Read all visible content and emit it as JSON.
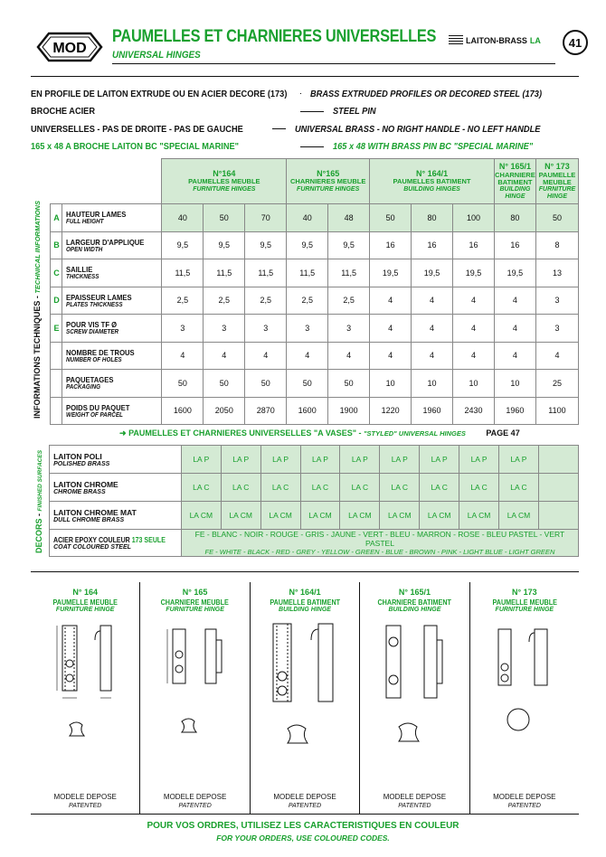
{
  "header": {
    "logo_text": "MOD",
    "title": "PAUMELLES ET CHARNIERES UNIVERSELLES",
    "subtitle": "UNIVERSAL HINGES",
    "badge_text": "LAITON-BRASS",
    "badge_code": "LA",
    "page_number": "41"
  },
  "intro": [
    {
      "fr": "EN PROFILE DE LAITON EXTRUDE OU EN ACIER DECORE (173)",
      "en": "BRASS EXTRUDED PROFILES OR DECORED STEEL (173)"
    },
    {
      "fr": "BROCHE ACIER",
      "en": "STEEL PIN"
    },
    {
      "fr": "UNIVERSELLES - PAS DE DROITE - PAS DE GAUCHE",
      "en": "UNIVERSAL BRASS - NO RIGHT HANDLE - NO LEFT HANDLE"
    },
    {
      "fr": "165 x 48 A BROCHE LAITON BC \"SPECIAL MARINE\"",
      "en": "165 x 48 WITH BRASS PIN BC \"SPECIAL MARINE\""
    }
  ],
  "products": [
    {
      "no": "N°164",
      "fr": "PAUMELLES MEUBLE",
      "en": "FURNITURE HINGES",
      "span": 3
    },
    {
      "no": "N°165",
      "fr": "CHARNIERES MEUBLE",
      "en": "FURNITURE HINGES",
      "span": 2
    },
    {
      "no": "N° 164/1",
      "fr": "PAUMELLES BATIMENT",
      "en": "BUILDING HINGES",
      "span": 3
    },
    {
      "no": "N° 165/1",
      "fr": "CHARNIERE BATIMENT",
      "en": "BUILDING HINGE",
      "span": 1
    },
    {
      "no": "N° 173",
      "fr": "PAUMELLE MEUBLE",
      "en": "FURNITURE HINGE",
      "span": 1
    }
  ],
  "side_labels": {
    "fr": "INFORMATIONS TECHNIQUES",
    "en": "TECHNICAL INFORMATIONS",
    "decors_fr": "DECORS",
    "decors_en": "FINISHED SURFACES"
  },
  "spec_rows": [
    {
      "letter": "A",
      "fr": "HAUTEUR LAMES",
      "en": "FULL HEIGHT",
      "values": [
        "40",
        "50",
        "70",
        "40",
        "48",
        "50",
        "80",
        "100",
        "80",
        "50"
      ]
    },
    {
      "letter": "B",
      "fr": "LARGEUR D'APPLIQUE",
      "en": "OPEN WIDTH",
      "values": [
        "9,5",
        "9,5",
        "9,5",
        "9,5",
        "9,5",
        "16",
        "16",
        "16",
        "16",
        "8"
      ]
    },
    {
      "letter": "C",
      "fr": "SAILLIE",
      "en": "THICKNESS",
      "values": [
        "11,5",
        "11,5",
        "11,5",
        "11,5",
        "11,5",
        "19,5",
        "19,5",
        "19,5",
        "19,5",
        "13"
      ]
    },
    {
      "letter": "D",
      "fr": "EPAISSEUR LAMES",
      "en": "PLATES THICKNESS",
      "values": [
        "2,5",
        "2,5",
        "2,5",
        "2,5",
        "2,5",
        "4",
        "4",
        "4",
        "4",
        "3"
      ]
    },
    {
      "letter": "E",
      "fr": "POUR VIS TF Ø",
      "en": "SCREW DIAMETER",
      "values": [
        "3",
        "3",
        "3",
        "3",
        "3",
        "4",
        "4",
        "4",
        "4",
        "3"
      ]
    },
    {
      "letter": "",
      "fr": "NOMBRE DE TROUS",
      "en": "NUMBER OF HOLES",
      "values": [
        "4",
        "4",
        "4",
        "4",
        "4",
        "4",
        "4",
        "4",
        "4",
        "4"
      ]
    },
    {
      "letter": "",
      "fr": "PAQUETAGES",
      "en": "PACKAGING",
      "values": [
        "50",
        "50",
        "50",
        "50",
        "50",
        "10",
        "10",
        "10",
        "10",
        "25"
      ]
    },
    {
      "letter": "",
      "fr": "POIDS DU PAQUET",
      "en": "WEIGHT OF PARCEL",
      "values": [
        "1600",
        "2050",
        "2870",
        "1600",
        "1900",
        "1220",
        "1960",
        "2430",
        "1960",
        "1100"
      ]
    }
  ],
  "styled": {
    "arrow": "➜",
    "fr": "PAUMELLES ET CHARNIERES UNIVERSELLES \"A VASES\"",
    "sep": "-",
    "en": "\"STYLED\" UNIVERSAL HINGES",
    "page": "PAGE 47"
  },
  "decor_rows": [
    {
      "fr": "LAITON POLI",
      "en": "POLISHED BRASS",
      "values": [
        "LA P",
        "LA P",
        "LA P",
        "LA P",
        "LA P",
        "LA P",
        "LA P",
        "LA P",
        "LA P",
        ""
      ]
    },
    {
      "fr": "LAITON CHROME",
      "en": "CHROME BRASS",
      "values": [
        "LA C",
        "LA C",
        "LA C",
        "LA C",
        "LA C",
        "LA C",
        "LA C",
        "LA C",
        "LA C",
        ""
      ]
    },
    {
      "fr": "LAITON CHROME MAT",
      "en": "DULL CHROME BRASS",
      "values": [
        "LA CM",
        "LA CM",
        "LA CM",
        "LA CM",
        "LA CM",
        "LA CM",
        "LA CM",
        "LA CM",
        "LA CM",
        ""
      ]
    }
  ],
  "epoxy": {
    "fr": "ACIER EPOXY COULEUR",
    "fr_suffix": "173 SEULE",
    "en": "COAT COLOURED STEEL",
    "colors_fr": "FE - BLANC - NOIR - ROUGE - GRIS - JAUNE - VERT - BLEU - MARRON - ROSE - BLEU PASTEL - VERT PASTEL",
    "colors_en": "FE - WHITE - BLACK - RED - GREY - YELLOW - GREEN - BLUE - BROWN - PINK - LIGHT BLUE - LIGHT GREEN"
  },
  "drawings": [
    {
      "no": "N° 164",
      "fr": "PAUMELLE MEUBLE",
      "en": "FURNITURE HINGE",
      "section": "coupe du profil",
      "dep": "MODELE DEPOSE",
      "pat": "PATENTED"
    },
    {
      "no": "N° 165",
      "fr": "CHARNIERE MEUBLE",
      "en": "FURNITURE HINGE",
      "section": "coupe du profil",
      "dep": "MODELE DEPOSE",
      "pat": "PATENTED"
    },
    {
      "no": "N° 164/1",
      "fr": "PAUMELLE BATIMENT",
      "en": "BUILDING HINGE",
      "section": "coupe du profil",
      "dep": "MODELE DEPOSE",
      "pat": "PATENTED"
    },
    {
      "no": "N° 165/1",
      "fr": "CHARNIERE BATIMENT",
      "en": "BUILDING HINGE",
      "section": "coupe du profil",
      "dep": "MODELE DEPOSE",
      "pat": "PATENTED"
    },
    {
      "no": "N° 173",
      "fr": "PAUMELLE MEUBLE",
      "en": "FURNITURE HINGE",
      "section": "coupe du profil",
      "dep": "MODELE DEPOSE",
      "pat": "PATENTED"
    }
  ],
  "footer": {
    "fr": "POUR VOS ORDRES, UTILISEZ LES CARACTERISTIQUES EN COULEUR",
    "en": "FOR YOUR ORDERS, USE COLOURED CODES."
  },
  "colors": {
    "accent": "#19a02e",
    "cell_bg": "#d4ead4"
  }
}
